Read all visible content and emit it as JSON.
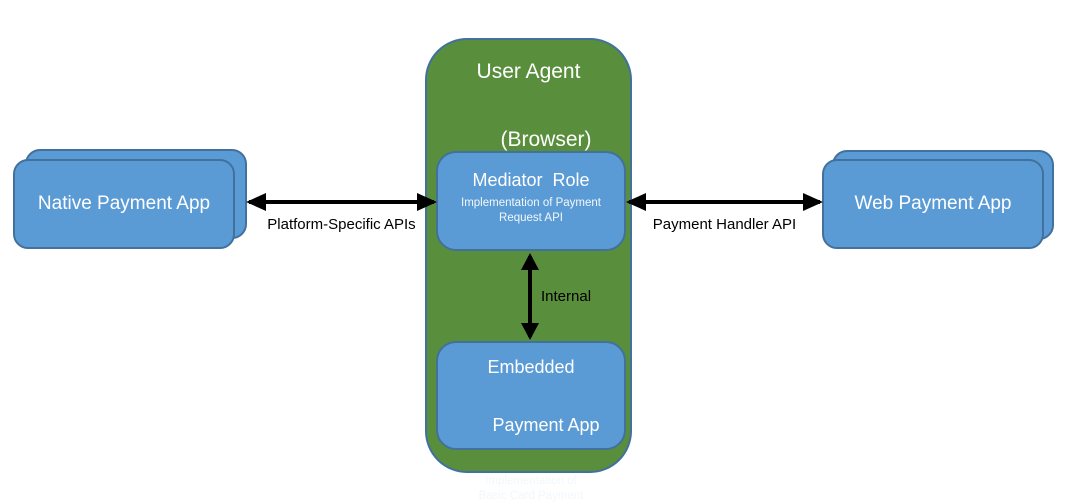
{
  "colors": {
    "container_green": "#588e3c",
    "box_blue": "#5b9bd5",
    "border_blue": "#41719c",
    "arrow_black": "#000000",
    "box_text": "#ffffff",
    "label_text": "#000000"
  },
  "user_agent": {
    "title_line1": "User Agent",
    "title_line2": "(Browser)"
  },
  "mediator": {
    "title": "Mediator  Role",
    "subtitle_line1": "Implementation of Payment",
    "subtitle_line2": "Request API"
  },
  "embedded": {
    "title_line1": "Embedded",
    "title_line2": "Payment App",
    "subtitle_line1": "Implementation of",
    "subtitle_line2": "Basic Card Payment"
  },
  "native_app": {
    "title": "Native Payment App"
  },
  "web_app": {
    "title": "Web Payment App"
  },
  "arrows": {
    "left_label": "Platform-Specific APIs",
    "right_label": "Payment Handler API",
    "internal_label": "Internal"
  }
}
